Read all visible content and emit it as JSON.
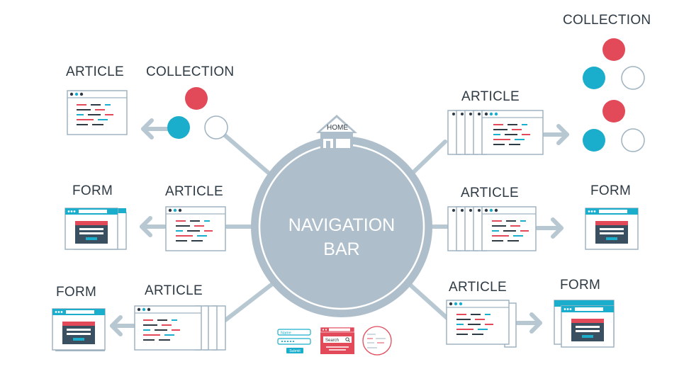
{
  "center": {
    "title_line1": "NAVIGATION",
    "title_line2": "BAR",
    "home_label": "HOME"
  },
  "labels": {
    "top_left_article": "ARTICLE",
    "top_left_collection": "COLLECTION",
    "top_right_collection": "COLLECTION",
    "top_right_article": "ARTICLE",
    "mid_left_form": "FORM",
    "mid_left_article": "ARTICLE",
    "mid_right_article": "ARTICLE",
    "mid_right_form": "FORM",
    "bottom_left_form": "FORM",
    "bottom_left_article": "ARTICLE",
    "bottom_right_article": "ARTICLE",
    "bottom_right_form": "FORM"
  },
  "bottom_widgets": {
    "search_label": "Search",
    "submit_label": "Submit",
    "name_placeholder": "Name"
  },
  "colors": {
    "hub": "#aebfcb",
    "connector": "#b7c8d3",
    "accent_red": "#e24a5a",
    "accent_cyan": "#1aaecc",
    "outline": "#9fb3c1",
    "dark": "#2e3a44"
  }
}
